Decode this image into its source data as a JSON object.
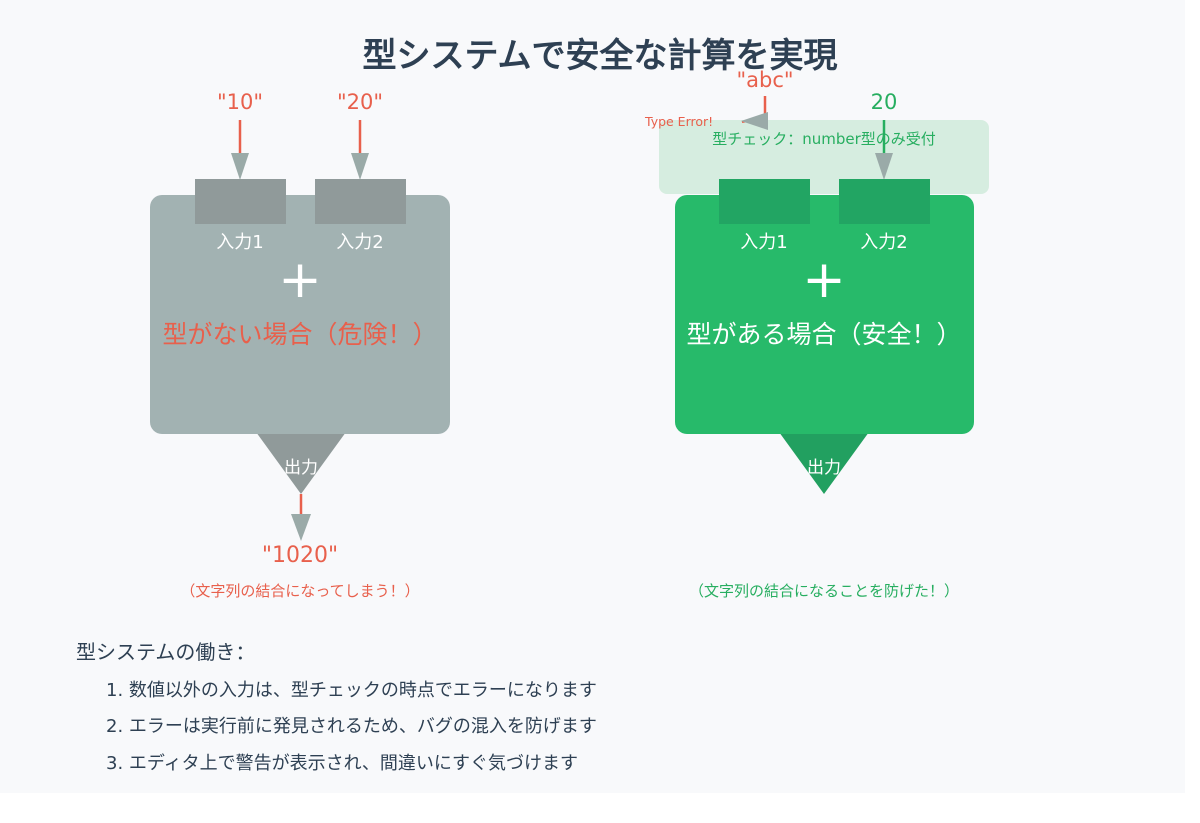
{
  "title": "型システムで安全な計算を実現",
  "colors": {
    "danger": "#e8604c",
    "safe": "#27ae60",
    "safe_dark": "#22a060",
    "neutral_box": "#a2b2b2",
    "neutral_port": "#909a9a",
    "arrow_head": "#9aaaa8",
    "text_dark": "#2e4053",
    "check_band": "#d6ede0"
  },
  "left": {
    "input1_value": "\"10\"",
    "input2_value": "\"20\"",
    "port1_label": "入力1",
    "port2_label": "入力2",
    "operator": "+",
    "box_title": "型がない場合（危険！）",
    "output_label": "出力",
    "result": "\"1020\"",
    "note": "（文字列の結合になってしまう！）"
  },
  "right": {
    "input1_value": "\"abc\"",
    "input2_value": "20",
    "type_error": "Type Error!",
    "type_check": "型チェック：number型のみ受付",
    "port1_label": "入力1",
    "port2_label": "入力2",
    "operator": "+",
    "box_title": "型がある場合（安全！）",
    "output_label": "出力",
    "note": "（文字列の結合になることを防げた！）"
  },
  "type_system": {
    "heading": "型システムの働き：",
    "steps": [
      "1. 数値以外の入力は、型チェックの時点でエラーになります",
      "2. エラーは実行前に発見されるため、バグの混入を防げます",
      "3. エディタ上で警告が表示され、間違いにすぐ気づけます"
    ]
  }
}
